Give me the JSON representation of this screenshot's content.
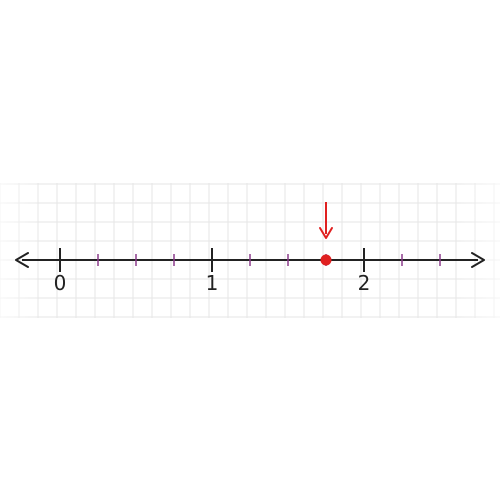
{
  "number_line": {
    "major_labels": [
      "0",
      "1",
      "2"
    ],
    "major_values": [
      0,
      1,
      2
    ],
    "subdivisions_per_unit": 4,
    "minor_tick_values": [
      0.25,
      0.5,
      0.75,
      1.25,
      1.5,
      1.75,
      2.25,
      2.5
    ],
    "marked_point": 1.75,
    "colors": {
      "axis": "#222222",
      "minor_tick": "#8b3a8b",
      "point": "#e02020",
      "arrow": "#e02020",
      "grid": "#e6e6e6"
    }
  }
}
